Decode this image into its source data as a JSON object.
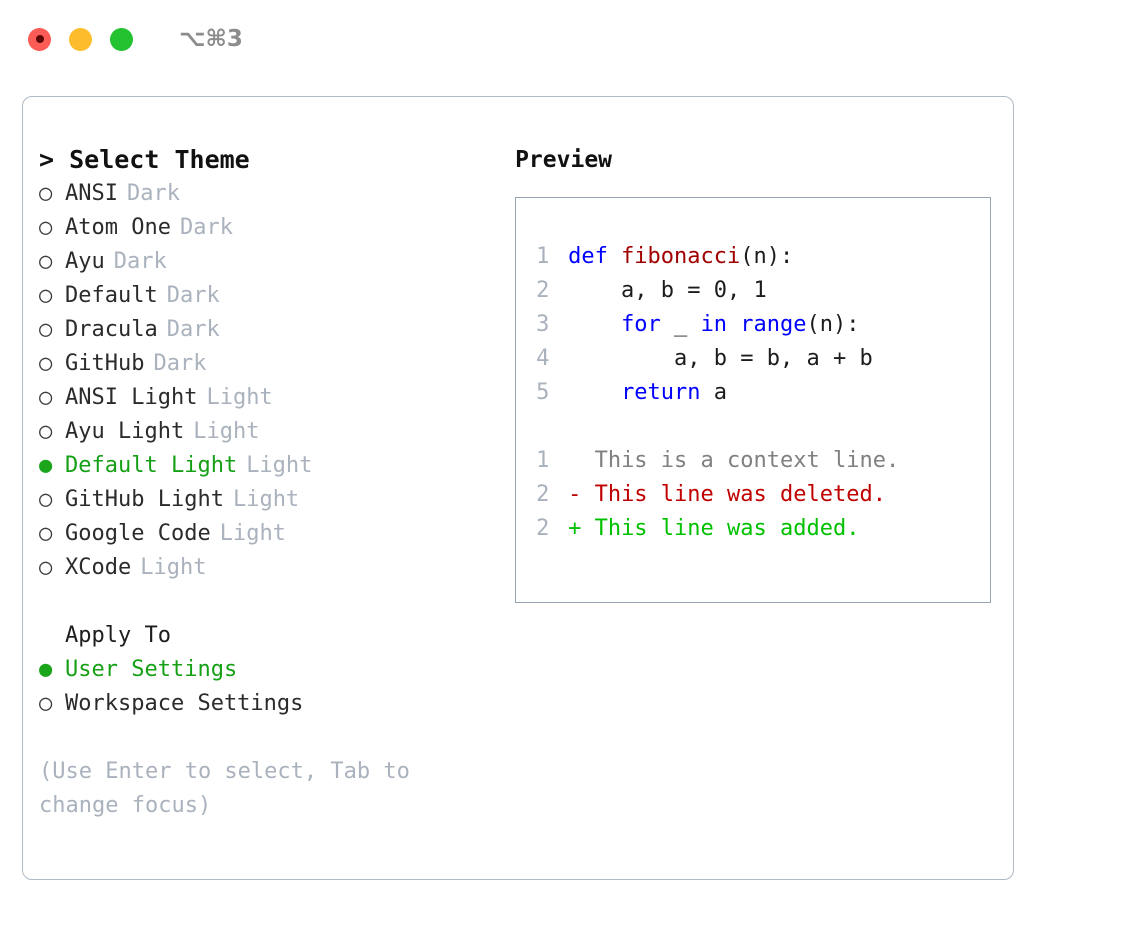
{
  "titlebar": {
    "shortcut": "⌥⌘3",
    "lights": [
      "close-red",
      "minimize-yellow",
      "zoom-green"
    ]
  },
  "theme_picker": {
    "heading": "> Select Theme",
    "selected_index": 8,
    "items": [
      {
        "bullet": "○",
        "name": "ANSI",
        "variant": "Dark",
        "selected": false
      },
      {
        "bullet": "○",
        "name": "Atom One",
        "variant": "Dark",
        "selected": false
      },
      {
        "bullet": "○",
        "name": "Ayu",
        "variant": "Dark",
        "selected": false
      },
      {
        "bullet": "○",
        "name": "Default",
        "variant": "Dark",
        "selected": false
      },
      {
        "bullet": "○",
        "name": "Dracula",
        "variant": "Dark",
        "selected": false
      },
      {
        "bullet": "○",
        "name": "GitHub",
        "variant": "Dark",
        "selected": false
      },
      {
        "bullet": "○",
        "name": "ANSI Light",
        "variant": "Light",
        "selected": false
      },
      {
        "bullet": "○",
        "name": "Ayu Light",
        "variant": "Light",
        "selected": false
      },
      {
        "bullet": "●",
        "name": "Default Light",
        "variant": "Light",
        "selected": true
      },
      {
        "bullet": "○",
        "name": "GitHub Light",
        "variant": "Light",
        "selected": false
      },
      {
        "bullet": "○",
        "name": "Google Code",
        "variant": "Light",
        "selected": false
      },
      {
        "bullet": "○",
        "name": "XCode",
        "variant": "Light",
        "selected": false
      }
    ]
  },
  "apply_to": {
    "heading": "Apply To",
    "items": [
      {
        "bullet": "●",
        "name": "User Settings",
        "selected": true
      },
      {
        "bullet": "○",
        "name": "Workspace Settings",
        "selected": false
      }
    ]
  },
  "hint": "(Use Enter to select, Tab to change focus)",
  "preview": {
    "title": "Preview",
    "code_lines": [
      {
        "lineno": "1",
        "tokens": [
          {
            "text": "def ",
            "type": "keyword"
          },
          {
            "text": "fibonacci",
            "type": "function"
          },
          {
            "text": "(n):",
            "type": "plain"
          }
        ]
      },
      {
        "lineno": "2",
        "tokens": [
          {
            "text": "    a, b = 0, 1",
            "type": "plain"
          }
        ]
      },
      {
        "lineno": "3",
        "tokens": [
          {
            "text": "    ",
            "type": "plain"
          },
          {
            "text": "for",
            "type": "keyword"
          },
          {
            "text": " _ ",
            "type": "plain"
          },
          {
            "text": "in range",
            "type": "keyword"
          },
          {
            "text": "(n):",
            "type": "plain"
          }
        ]
      },
      {
        "lineno": "4",
        "tokens": [
          {
            "text": "        a, b = b, a + b",
            "type": "plain"
          }
        ]
      },
      {
        "lineno": "5",
        "tokens": [
          {
            "text": "    ",
            "type": "plain"
          },
          {
            "text": "return",
            "type": "keyword"
          },
          {
            "text": " a",
            "type": "plain"
          }
        ]
      }
    ],
    "diff_lines": [
      {
        "lineno": "1",
        "marker": " ",
        "text": " This is a context line.",
        "type": "context"
      },
      {
        "lineno": "2",
        "marker": "-",
        "text": " This line was deleted.",
        "type": "deleted"
      },
      {
        "lineno": "2",
        "marker": "+",
        "text": " This line was added.",
        "type": "added"
      }
    ]
  },
  "colors": {
    "accent_green": "#16a016",
    "muted": "#aab2bd",
    "keyword_blue": "#0000ff",
    "function_red": "#a00000",
    "diff_deleted": "#c00000",
    "diff_added": "#00c000",
    "diff_context": "#808080",
    "border": "#b0b9c6",
    "light_red": "#fc5b56",
    "light_yellow": "#fdbc2c",
    "light_green": "#23c230"
  }
}
